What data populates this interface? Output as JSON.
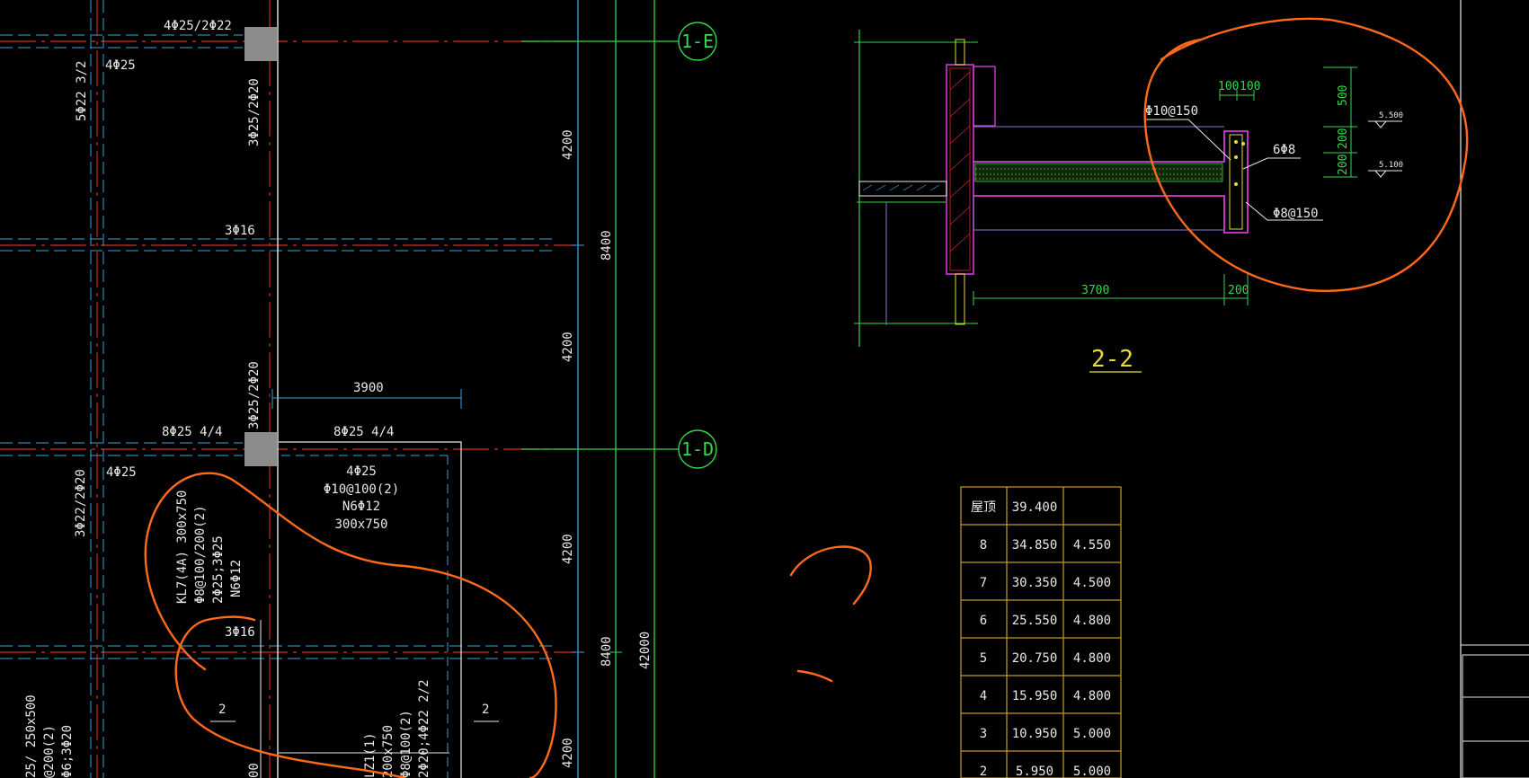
{
  "drawing": {
    "top_left_labels": {
      "top_bar": "4Φ25/2Φ22",
      "left_mid": "4Φ25",
      "vert_col": "5Φ22 3/2",
      "vert_col2": "3Φ25/2Φ20",
      "mid_3phi16": "3Φ16",
      "vert_col3": "3Φ25/2Φ20"
    },
    "mid_labels": {
      "dim_3900": "3900",
      "bar_8phi25_left": "8Φ25 4/4",
      "bar_8phi25_right": "8Φ25 4/4",
      "left_4phi25": "4Φ25",
      "vert_3phi22": "3Φ22/2Φ20"
    },
    "beam_note": [
      "4Φ25",
      "Φ10@100(2)",
      "N6Φ12",
      "300x750"
    ],
    "kl_note": [
      "KL7(4A) 300x750",
      "Φ8@100/200(2)",
      "2Φ25;3Φ25",
      "N6Φ12"
    ],
    "lower_labels": {
      "lower_3phi16": "3Φ16",
      "sec2_left": "2",
      "sec2_right": "2"
    },
    "lz_note": [
      "LZ1(1)",
      "200x750",
      "Φ8@100(2)",
      "2Φ20;4Φ22 2/2"
    ],
    "bl_note": [
      "25/ 250x500",
      "@200(2)",
      "Φ6;3Φ20"
    ],
    "bottom_left_small": "00",
    "dims_vertical": {
      "d4200_a": "4200",
      "d4200_b": "4200",
      "d4200_c": "4200",
      "d4200_d": "4200",
      "d8400_a": "8400",
      "d8400_b": "8400",
      "d42000": "42000"
    },
    "axes": {
      "axis_1e": "1-E",
      "axis_1d": "1-D"
    },
    "section": {
      "title": "2-2",
      "dim_100a": "100",
      "dim_100b": "100",
      "bar_phi10": "Φ10@150",
      "bar_6phi8": "6Φ8",
      "bar_phi8": "Φ8@150",
      "dim_500": "500",
      "dim_200a": "200",
      "dim_200b": "200",
      "elev_5500": "5.500",
      "elev_5100": "5.100",
      "dim_3700": "3700",
      "dim_200c": "200"
    },
    "table": {
      "rows": [
        [
          "屋顶",
          "39.400",
          ""
        ],
        [
          "8",
          "34.850",
          "4.550"
        ],
        [
          "7",
          "30.350",
          "4.500"
        ],
        [
          "6",
          "25.550",
          "4.800"
        ],
        [
          "5",
          "20.750",
          "4.800"
        ],
        [
          "4",
          "15.950",
          "4.800"
        ],
        [
          "3",
          "10.950",
          "5.000"
        ],
        [
          "2",
          "5.950",
          "5.000"
        ]
      ]
    }
  },
  "colors": {
    "background": "#000000",
    "axis_red": "#e02828",
    "grid_blue": "#3aa3d8",
    "green": "#34d64a",
    "white": "#e8e8e8",
    "yellow": "#e6dc3c",
    "magenta": "#d43ad4",
    "orange_markup": "#ff6a1a",
    "table_gold": "#c79a28",
    "column_gray": "#8c8c8c"
  }
}
